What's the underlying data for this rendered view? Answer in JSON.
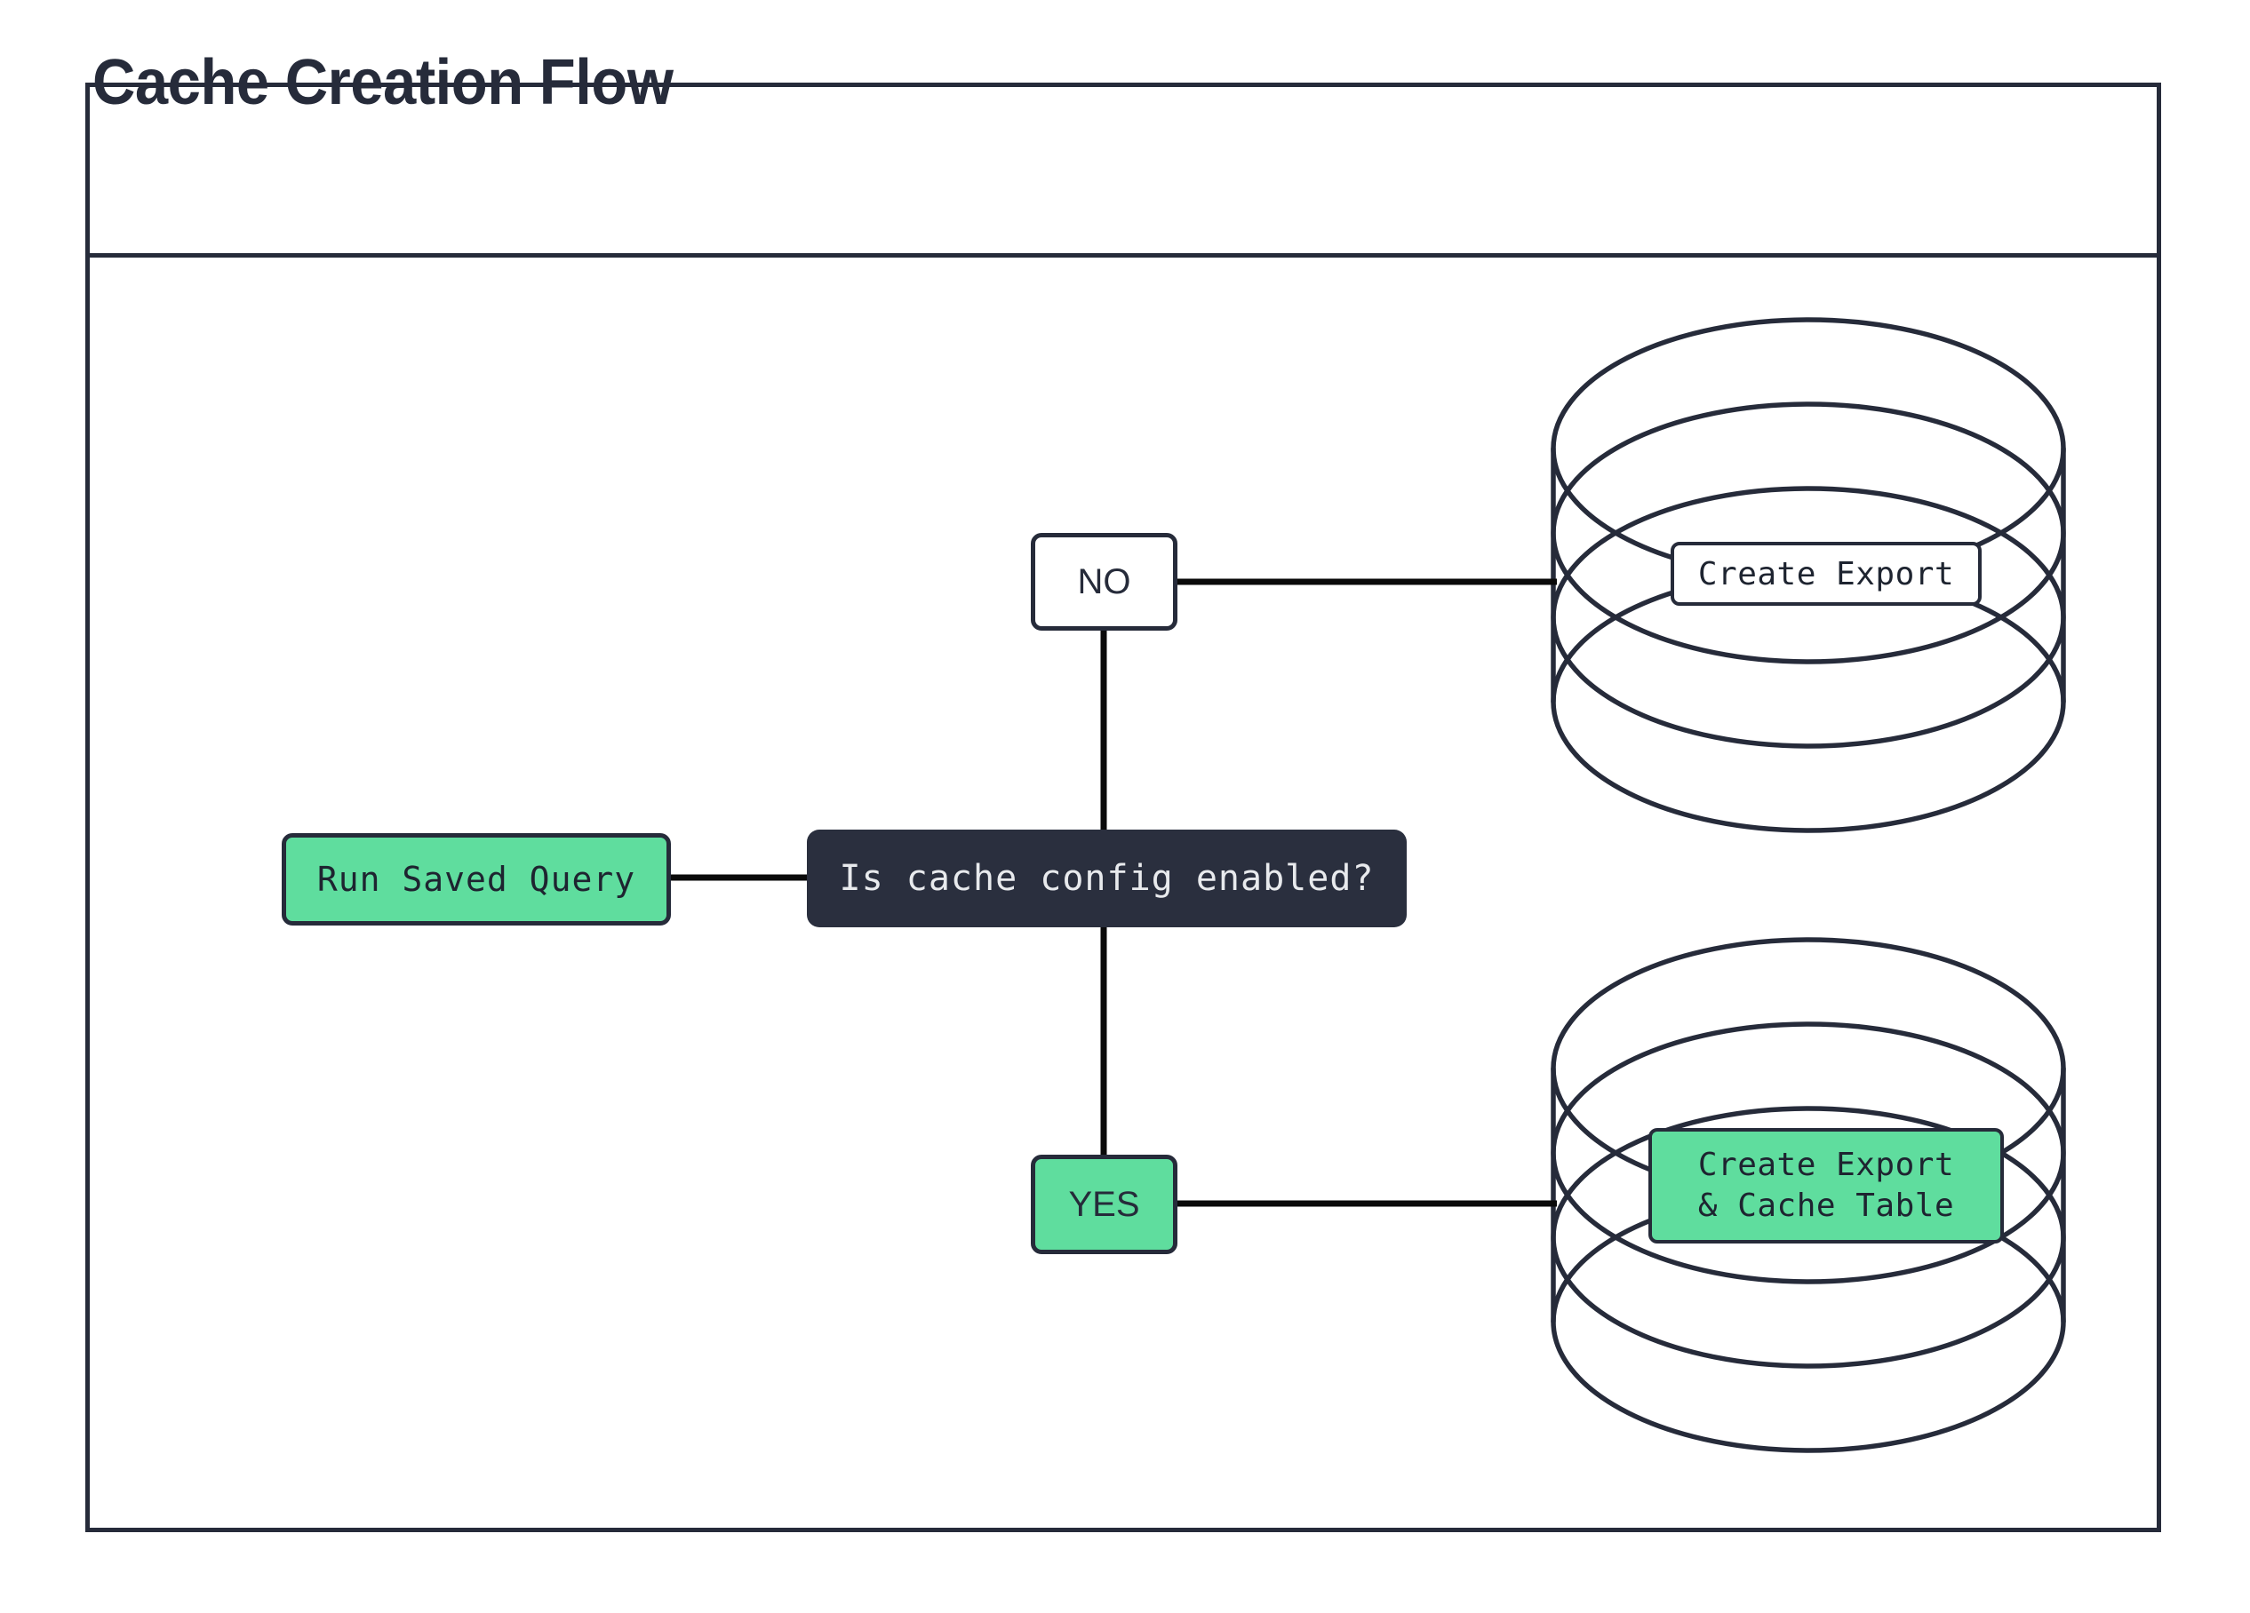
{
  "diagram": {
    "title": "Cache Creation Flow",
    "type": "flowchart",
    "background_color": "#ffffff",
    "frame_color": "#262B3A",
    "accent_green": "#5FDD9E",
    "dark_fill": "#2A2F3E"
  },
  "nodes": {
    "start": {
      "id": "run-saved-query",
      "label": "Run Saved Query",
      "shape": "rounded-rect",
      "fill": "#5FDD9E",
      "text_color": "#1E2430"
    },
    "decision": {
      "id": "is-cache-config-enabled",
      "label": "Is cache config enabled?",
      "shape": "rounded-rect",
      "fill": "#2A2F3E",
      "text_color": "#E8EAED"
    },
    "branch_no": {
      "id": "branch-no",
      "label": "NO",
      "shape": "rounded-rect",
      "fill": "#ffffff",
      "text_color": "#262B3A"
    },
    "branch_yes": {
      "id": "branch-yes",
      "label": "YES",
      "shape": "rounded-rect",
      "fill": "#5FDD9E",
      "text_color": "#262B3A"
    },
    "store_export": {
      "id": "create-export",
      "label": "Create Export",
      "shape": "disk-stack-cylinder",
      "label_fill": "#ffffff",
      "text_color": "#1E2430"
    },
    "store_export_cache": {
      "id": "create-export-and-cache-table",
      "label_line_1": "Create Export",
      "label_line_2": "& Cache Table",
      "shape": "disk-stack-cylinder",
      "label_fill": "#5FDD9E",
      "text_color": "#1E2430"
    }
  },
  "edges": [
    {
      "from": "run-saved-query",
      "to": "is-cache-config-enabled",
      "label": ""
    },
    {
      "from": "is-cache-config-enabled",
      "to": "branch-no",
      "label": "NO"
    },
    {
      "from": "is-cache-config-enabled",
      "to": "branch-yes",
      "label": "YES"
    },
    {
      "from": "branch-no",
      "to": "create-export",
      "label": ""
    },
    {
      "from": "branch-yes",
      "to": "create-export-and-cache-table",
      "label": ""
    }
  ]
}
